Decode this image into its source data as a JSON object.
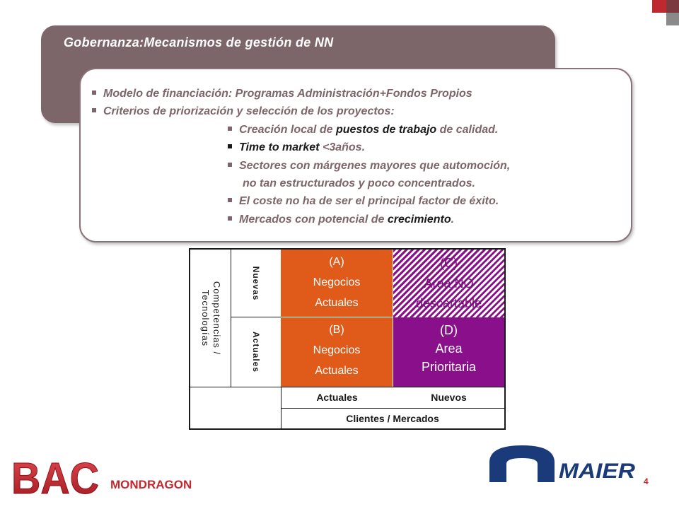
{
  "title": "Gobernanza:Mecanismos  de gestión de NN",
  "bullets": {
    "b1": "Modelo de financiación: Programas Administración+Fondos Propios",
    "b2": "Criterios de priorización y selección de los proyectos:",
    "s1_a": "Creación local de ",
    "s1_b": "puestos de trabajo",
    "s1_c": " de calidad.",
    "s2_a": "Time to market",
    "s2_b": " <3años.",
    "s3_line1": "Sectores con márgenes mayores que automoción,",
    "s3_line2": "no tan estructurados y poco concentrados.",
    "s4": "El coste no ha de ser el  principal factor de éxito.",
    "s5_a": "Mercados con potencial de ",
    "s5_b": "crecimiento",
    "s5_c": "."
  },
  "matrix": {
    "y_axis_label_1": "Competencias /",
    "y_axis_label_2": "Tecnologías",
    "row_nuevas": "Nuevas",
    "row_actuales": "Actuales",
    "cell_a": [
      "(A)",
      "Negocios",
      "Actuales"
    ],
    "cell_c": [
      "(C)",
      "Area NO",
      "descartable"
    ],
    "cell_b": [
      "(B)",
      "Negocios",
      "Actuales"
    ],
    "cell_d": [
      "(D)",
      "Area",
      "Prioritaria"
    ],
    "col_actuales": "Actuales",
    "col_nuevos": "Nuevos",
    "x_axis_label": "Clientes / Mercados"
  },
  "footer": {
    "logo_text": "BAC",
    "org": "MONDRAGON",
    "brand": "MAIER",
    "page_number": "4"
  },
  "colors": {
    "panel": "#7d666a",
    "orange": "#e05a1a",
    "purple": "#8a0f8a",
    "bac_red": "#c0282f"
  }
}
